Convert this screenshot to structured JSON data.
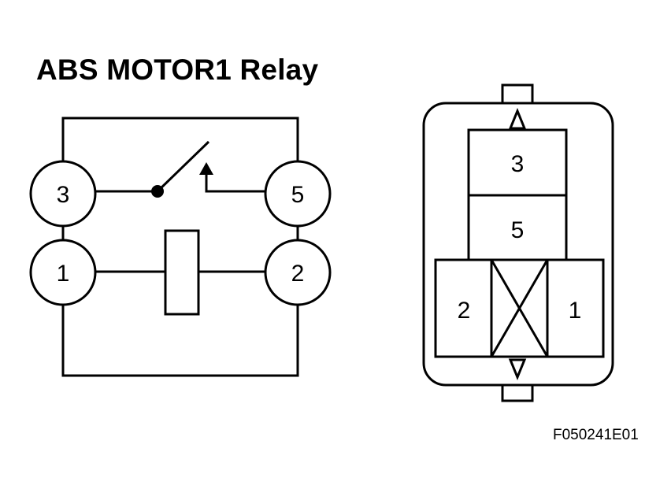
{
  "title": "ABS MOTOR1 Relay",
  "figure_id": "F050241E01",
  "schematic": {
    "terminals": [
      "3",
      "5",
      "1",
      "2"
    ]
  },
  "connector": {
    "cavities": [
      "3",
      "5",
      "2",
      "1"
    ]
  }
}
